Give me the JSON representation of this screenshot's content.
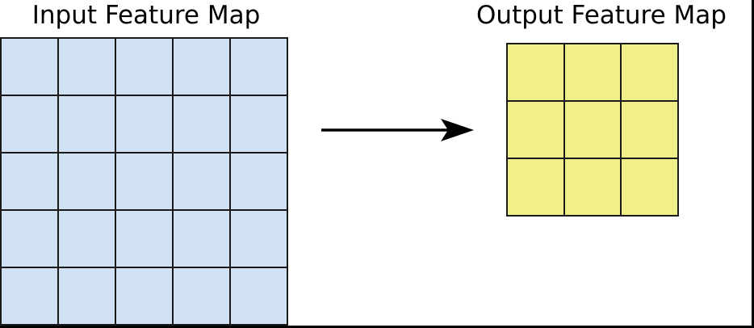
{
  "diagram": {
    "background": "#ffffff",
    "frame": {
      "border_color": "#000000"
    },
    "input_map": {
      "title": "Input Feature Map",
      "rows": 5,
      "cols": 5,
      "cell_color": "#cfe1f2",
      "line_color": "#1a1a1a"
    },
    "output_map": {
      "title": "Output Feature Map",
      "rows": 3,
      "cols": 3,
      "cell_color": "#f0ef8a",
      "line_color": "#1a1a1a"
    },
    "arrow": {
      "icon": "right-arrow-icon",
      "color": "#000000"
    }
  }
}
